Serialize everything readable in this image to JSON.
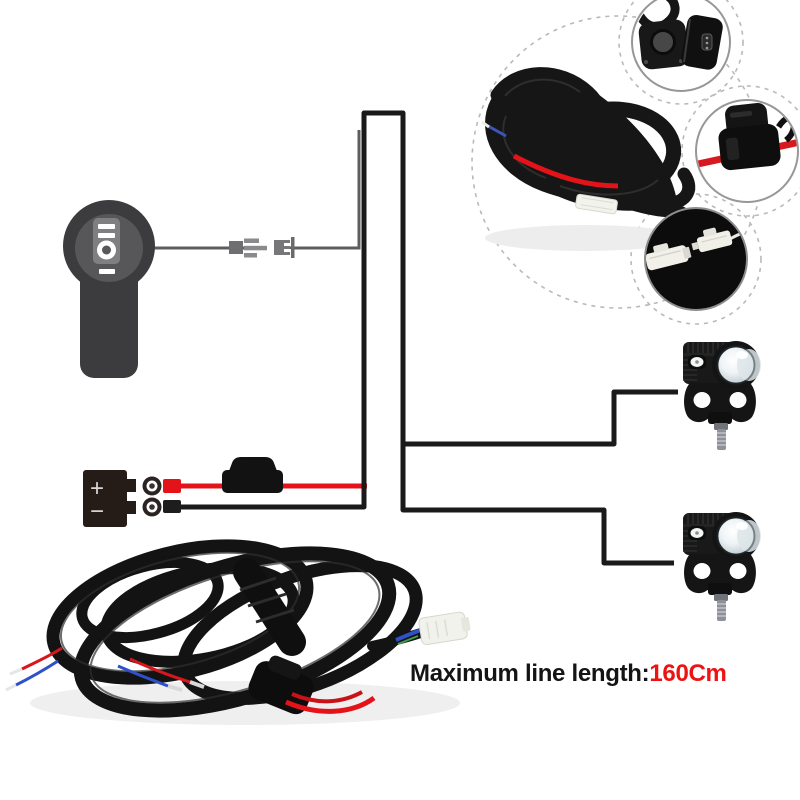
{
  "caption": {
    "label": "Maximum line length:",
    "value": "160Cm"
  },
  "battery": {
    "positive_label": "+",
    "negative_label": "−"
  },
  "colors": {
    "accent_red": "#e41319",
    "line_black": "#1a1a1a",
    "switch_wire_gray": "#5d5d5d",
    "caption_value_red": "#ee1212"
  },
  "icons": {
    "switch_button_top": "=",
    "switch_button_middle": "◉",
    "switch_button_bottom": "—",
    "battery_terminal": "ring-terminal",
    "fuse": "blade-fuse-holder"
  },
  "photos": {
    "top_coil": "wiring-harness-coil",
    "inset_top": "handlebar-mount-clamp",
    "inset_middle": "inline-fuse-holder",
    "inset_bottom": "quick-connect-plugs",
    "led_upper": "led-spotlight",
    "led_lower": "led-spotlight",
    "bottom_coil": "wiring-harness-coil"
  }
}
